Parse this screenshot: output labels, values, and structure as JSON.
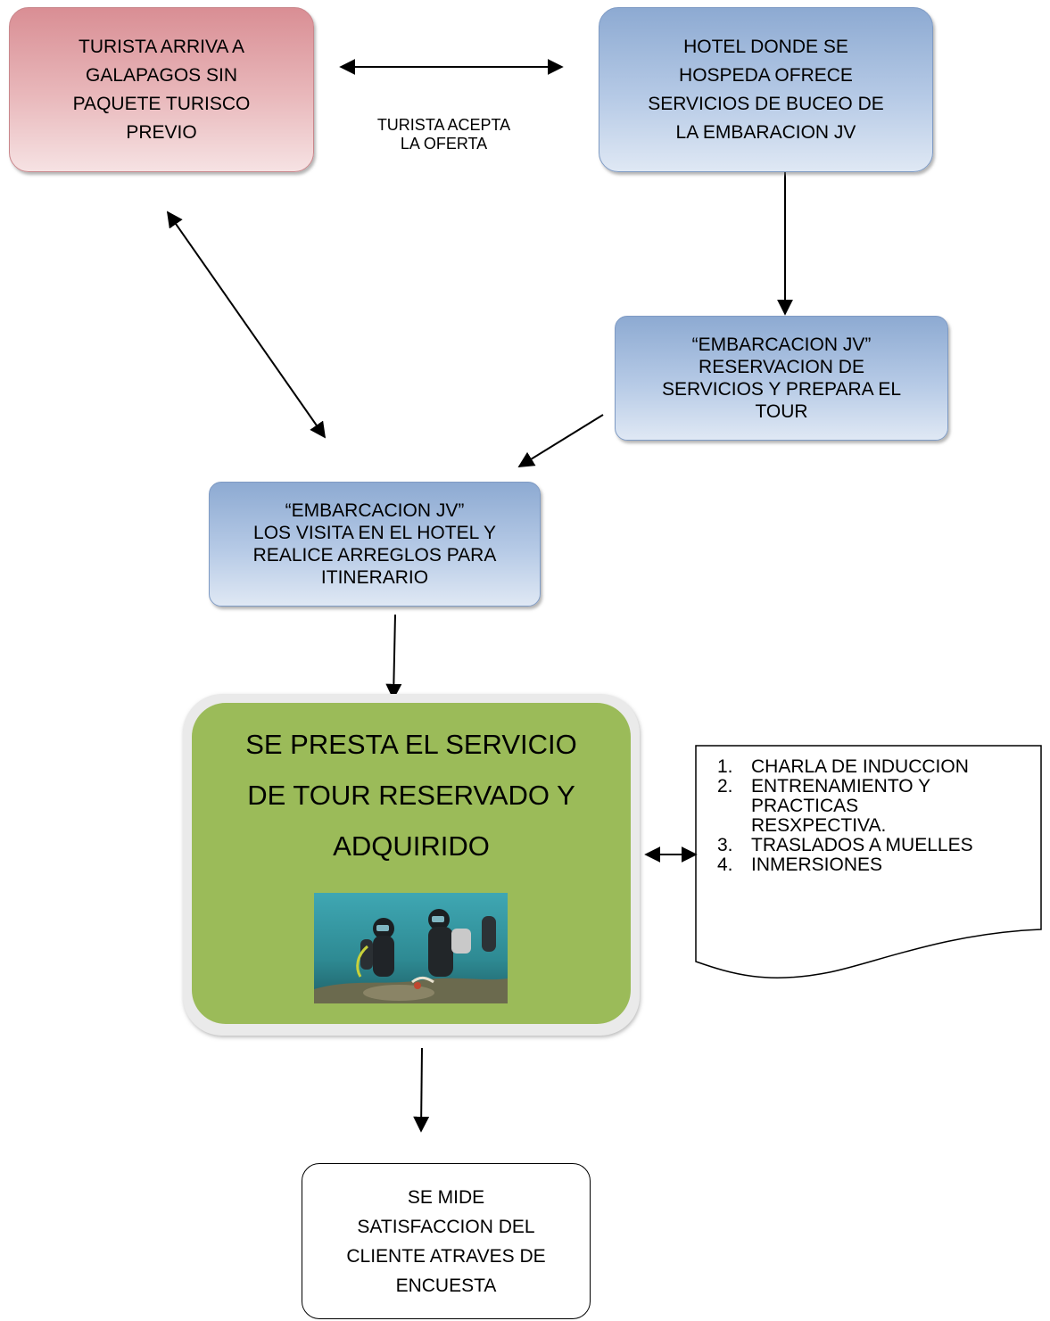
{
  "nodes": {
    "tourist_arrives": {
      "lines": [
        "TURISTA ARRIVA A",
        "GALAPAGOS  SIN",
        "PAQUETE TURISCO",
        "PREVIO"
      ]
    },
    "hotel_offers": {
      "lines": [
        "HOTEL DONDE SE",
        "HOSPEDA OFRECE",
        "SERVICIOS DE BUCEO DE",
        "LA EMBARACION JV"
      ]
    },
    "boat_reservation": {
      "lines": [
        "“EMBARCACION JV”",
        "RESERVACION DE",
        "SERVICIOS  Y PREPARA EL",
        "TOUR"
      ]
    },
    "boat_visits": {
      "lines": [
        "“EMBARCACION JV”",
        "LOS VISITA EN EL HOTEL Y",
        "REALICE ARREGLOS PARA",
        "ITINERARIO"
      ]
    },
    "service_provided": {
      "lines": [
        "SE PRESTA EL SERVICIO",
        "DE TOUR RESERVADO Y",
        "ADQUIRIDO"
      ]
    },
    "satisfaction": {
      "lines": [
        "SE MIDE",
        "SATISFACCION DEL",
        "CLIENTE ATRAVES DE",
        "ENCUESTA"
      ]
    }
  },
  "edge_label": {
    "lines": [
      "TURISTA ACEPTA",
      "LA OFERTA"
    ]
  },
  "activities": [
    {
      "num": "1.",
      "text": "CHARLA DE INDUCCION"
    },
    {
      "num": "2.",
      "text": "ENTRENAMIENTO Y PRACTICAS RESXPECTIVA."
    },
    {
      "num": "3.",
      "text": "TRASLADOS A MUELLES"
    },
    {
      "num": "4.",
      "text": "INMERSIONES"
    }
  ],
  "colors": {
    "pink_box": "#e9b9bc",
    "blue_box": "#b6cae6",
    "green_box": "#9bbb59"
  }
}
